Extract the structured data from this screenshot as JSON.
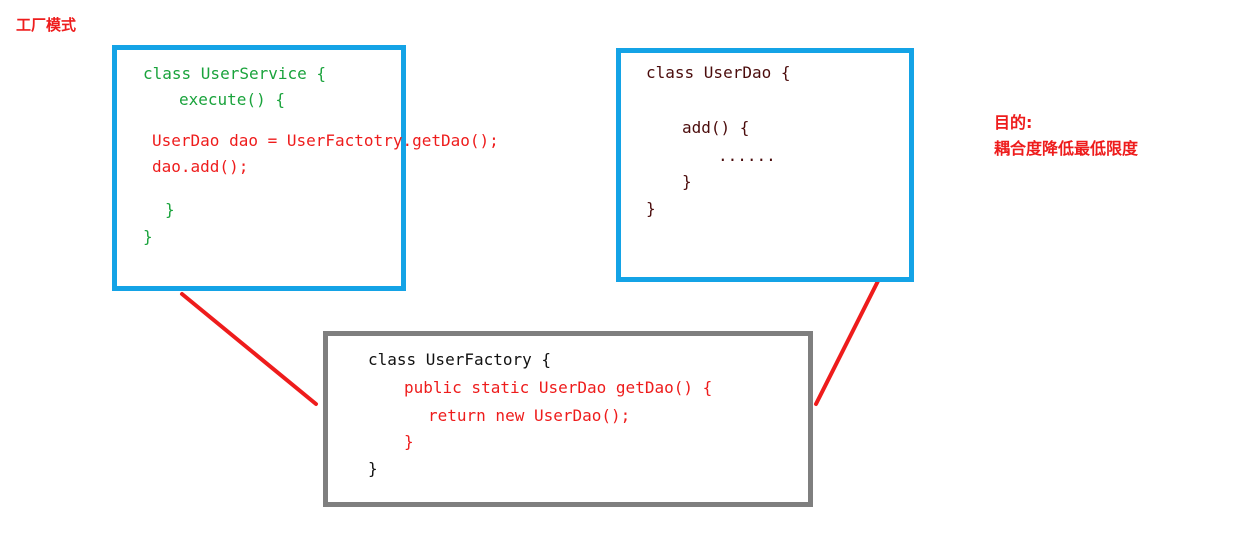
{
  "title": "工厂模式",
  "goal": {
    "heading": "目的:",
    "text": "耦合度降低最低限度"
  },
  "user_service": {
    "class_line": "class UserService {",
    "method_line": "execute() {",
    "code_line1": "UserDao dao = UserFactotry.getDao();",
    "code_line2": "dao.add();",
    "method_close": "}",
    "class_close": "}"
  },
  "user_dao": {
    "class_line": "class UserDao {",
    "method_line": "add() {",
    "body_line": "......",
    "method_close": "}",
    "class_close": "}"
  },
  "user_factory": {
    "class_line": "class UserFactory {",
    "method_line": "public static UserDao getDao() {",
    "return_line": "return new UserDao();",
    "method_close": "}",
    "class_close": "}"
  },
  "colors": {
    "service_border": "#14a3e6",
    "dao_border": "#14a3e6",
    "factory_border": "#7f7f7f",
    "connector": "#ee1c1c",
    "red_text": "#ee1c1c",
    "green_text": "#1aa33c",
    "dark_text": "#4b0c0c"
  }
}
